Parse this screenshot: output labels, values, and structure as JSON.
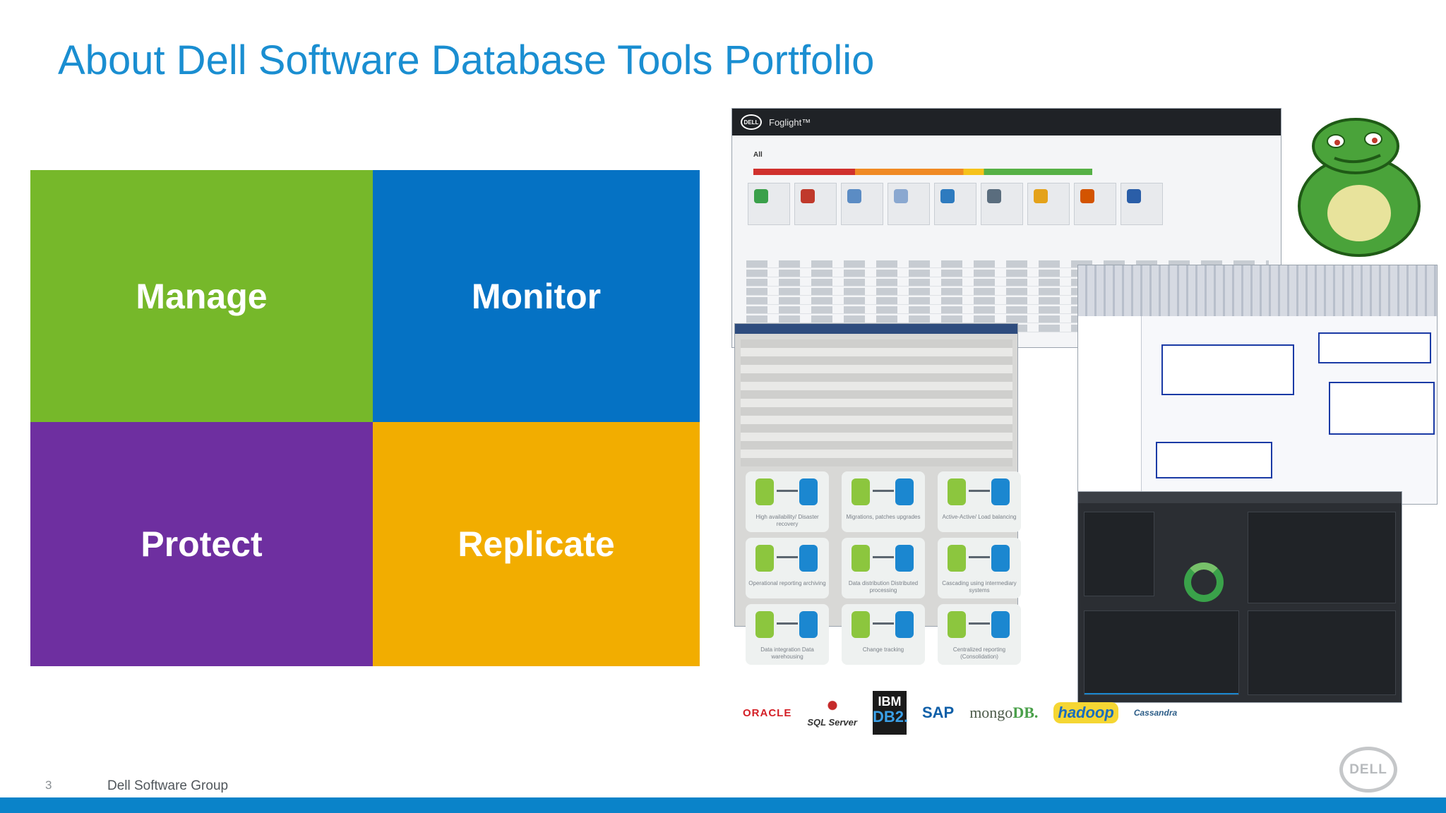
{
  "slide": {
    "title": "About Dell Software Database Tools Portfolio",
    "page_number": "3",
    "footer": "Dell Software Group"
  },
  "quadrants": [
    {
      "label": "Manage",
      "color": "#76b82a"
    },
    {
      "label": "Monitor",
      "color": "#0572c4"
    },
    {
      "label": "Protect",
      "color": "#6e2fa0"
    },
    {
      "label": "Replicate",
      "color": "#f2ad00"
    }
  ],
  "foglight_window": {
    "app_name": "Foglight™",
    "logo": "DELL",
    "filter_label": "All"
  },
  "replication_use_cases": [
    {
      "label": "High availability/ Disaster recovery"
    },
    {
      "label": "Migrations, patches upgrades"
    },
    {
      "label": "Active-Active/ Load balancing"
    },
    {
      "label": "Operational reporting archiving"
    },
    {
      "label": "Data distribution Distributed processing"
    },
    {
      "label": "Cascading using intermediary systems"
    },
    {
      "label": "Data integration Data warehousing"
    },
    {
      "label": "Change tracking"
    },
    {
      "label": "Centralized reporting (Consolidation)"
    }
  ],
  "database_logos": [
    {
      "name": "oracle",
      "text": "ORACLE"
    },
    {
      "name": "sql-server",
      "text": "SQL Server"
    },
    {
      "name": "ibm-db2",
      "text_top": "IBM",
      "text_bottom": "DB2."
    },
    {
      "name": "sap",
      "text": "SAP"
    },
    {
      "name": "mongodb",
      "text_prefix": "mongo",
      "text_suffix": "DB."
    },
    {
      "name": "hadoop",
      "text": "hadoop"
    },
    {
      "name": "cassandra",
      "text": "Cassandra"
    }
  ],
  "brand_logo": "DELL"
}
